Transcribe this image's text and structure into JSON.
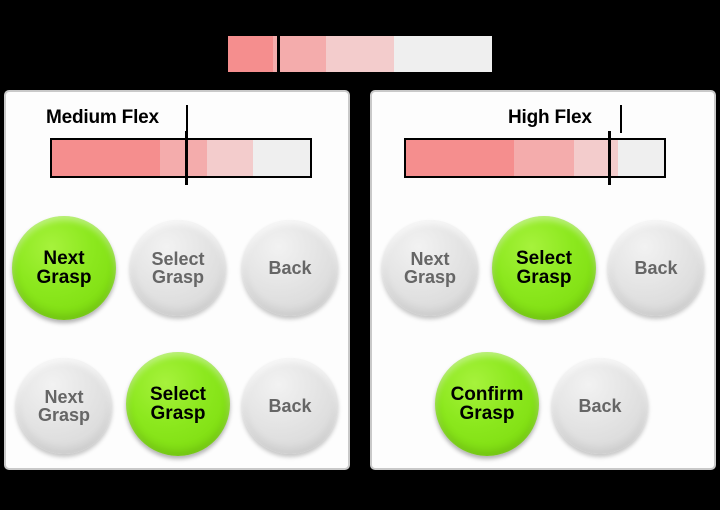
{
  "overview_bar": {
    "name": "flex-overview-bar",
    "marker_position_pct": 18.5,
    "segments": [
      {
        "label": "high-flex-zone",
        "width_pct": 17,
        "color": "#f58e8e"
      },
      {
        "label": "medium-flex-zone",
        "width_pct": 20,
        "color": "#f4acac"
      },
      {
        "label": "low-flex-zone",
        "width_pct": 26,
        "color": "#f3cccc"
      },
      {
        "label": "no-flex-zone",
        "width_pct": 37,
        "color": "#efefef"
      }
    ]
  },
  "panels": [
    {
      "id": "medium-flex",
      "label": "Medium Flex",
      "bar": {
        "marker_position_pct": 51.5,
        "segments": [
          {
            "label": "seg-1",
            "width_pct": 42,
            "color": "#f58e8e"
          },
          {
            "label": "seg-2",
            "width_pct": 18,
            "color": "#f4acac"
          },
          {
            "label": "seg-3",
            "width_pct": 18,
            "color": "#f3cccc"
          },
          {
            "label": "seg-4",
            "width_pct": 22,
            "color": "#efefef"
          }
        ]
      },
      "rows": [
        {
          "buttons": [
            {
              "line1": "Next",
              "line2": "Grasp",
              "state": "active"
            },
            {
              "line1": "Select",
              "line2": "Grasp",
              "state": "inactive"
            },
            {
              "line1": "Back",
              "line2": "",
              "state": "inactive"
            }
          ]
        },
        {
          "buttons": [
            {
              "line1": "Next",
              "line2": "Grasp",
              "state": "inactive"
            },
            {
              "line1": "Select",
              "line2": "Grasp",
              "state": "active"
            },
            {
              "line1": "Back",
              "line2": "",
              "state": "inactive"
            }
          ]
        }
      ]
    },
    {
      "id": "high-flex",
      "label": "High Flex",
      "bar": {
        "marker_position_pct": 78,
        "segments": [
          {
            "label": "seg-1",
            "width_pct": 42,
            "color": "#f58e8e"
          },
          {
            "label": "seg-2",
            "width_pct": 23,
            "color": "#f4acac"
          },
          {
            "label": "seg-3",
            "width_pct": 17,
            "color": "#f3cccc"
          },
          {
            "label": "seg-4",
            "width_pct": 18,
            "color": "#efefef"
          }
        ]
      },
      "rows": [
        {
          "buttons": [
            {
              "line1": "Next",
              "line2": "Grasp",
              "state": "inactive"
            },
            {
              "line1": "Select",
              "line2": "Grasp",
              "state": "active"
            },
            {
              "line1": "Back",
              "line2": "",
              "state": "inactive"
            }
          ]
        },
        {
          "buttons": [
            {
              "line1": "Confirm",
              "line2": "Grasp",
              "state": "active"
            },
            {
              "line1": "Back",
              "line2": "",
              "state": "inactive"
            }
          ]
        }
      ]
    }
  ],
  "colors": {
    "active_button": "#8ce81e",
    "inactive_button": "#e3e3e3",
    "background": "#000000",
    "panel_background": "#fdfdfd",
    "marker": "#000000"
  },
  "arrows": [
    {
      "name": "arrow-to-medium-flex-panel",
      "direction": "down-left"
    },
    {
      "name": "arrow-to-high-flex-panel",
      "direction": "down-right"
    },
    {
      "name": "arrow-next-to-select-left",
      "direction": "down-right"
    },
    {
      "name": "arrow-select-to-confirm-right",
      "direction": "down"
    }
  ]
}
